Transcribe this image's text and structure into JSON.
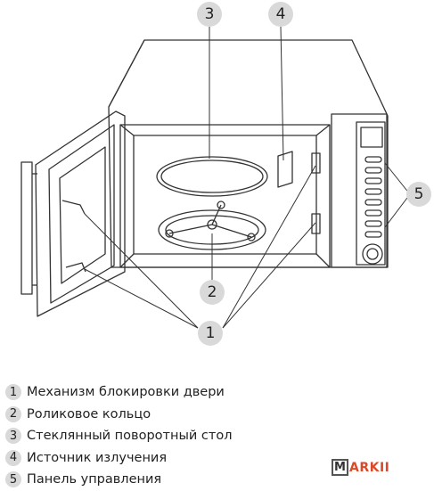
{
  "callouts": [
    {
      "num": "1",
      "label": "Механизм блокировки двери"
    },
    {
      "num": "2",
      "label": "Роликовое кольцо"
    },
    {
      "num": "3",
      "label": "Стеклянный поворотный стол"
    },
    {
      "num": "4",
      "label": "Источник излучения"
    },
    {
      "num": "5",
      "label": "Панель управления"
    }
  ],
  "logo": {
    "letter": "M",
    "text": "ARKII"
  },
  "colors": {
    "line": "#333333",
    "badge": "#d9d9d9",
    "logo_accent": "#d94a2a"
  }
}
